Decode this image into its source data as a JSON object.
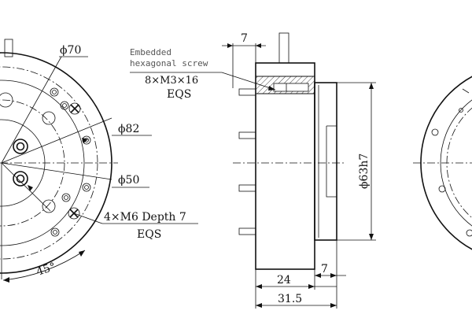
{
  "dimensions": {
    "dia_70": "ϕ70",
    "dia_82": "ϕ82",
    "dia_50": "ϕ50",
    "angle_45": "45°",
    "tap_holes": "4×M6 Depth 7",
    "tap_holes_note": "EQS",
    "screw_label_1": "Embedded",
    "screw_label_2": "hexagonal screw",
    "screw_spec": "8×M3×16",
    "screw_note": "EQS",
    "top_width": "7",
    "bore_dia": "ϕ63h7",
    "len_24": "24",
    "len_7": "7",
    "len_31_5": "31.5"
  }
}
